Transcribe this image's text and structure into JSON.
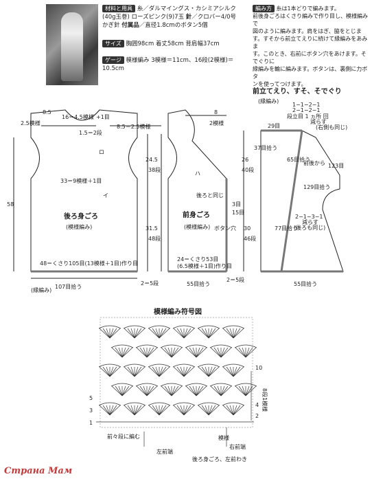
{
  "materials": {
    "heading": "材料と用具",
    "yarn_text": "糸／ダルマイングス・カシミアシルク(40g玉巻) ローズピンク(9)7玉",
    "needle_heading": "針",
    "needle_text": "／クロバー4/0号かぎ針",
    "accessory_heading": "付属品",
    "accessory_text": "／直径1.8cmのボタン5個"
  },
  "size": {
    "heading": "サイズ",
    "text": "胸囲98cm 着丈58cm 背肩幅37cm"
  },
  "gauge": {
    "heading": "ゲージ",
    "text": "模様編み 3模様＝11cm、16段(2模様)＝10.5cm"
  },
  "method": {
    "heading": "編み方",
    "lines": [
      "糸は1本どりで編みます。",
      "前後身ごろはくさり編みで作り目し、模様編みで",
      "図のように編みます。肩をはぎ、脇をとじま",
      "す。すそから前立てえりに続けて縁編みをあみま",
      "す。このとき、右前にボタン穴をあけます。そでぐりに",
      "縁編みを輪に編みます。ボタンは、裏側に力ボタ",
      "ンを使ってつけます。"
    ]
  },
  "back": {
    "title": "後ろ身ごろ",
    "subtitle": "(模様編み)",
    "labels": [
      "8.5",
      "2.5模様",
      "16＝4.5模様",
      "+1目",
      "1.5＝2段",
      "33＝9模様＋1目",
      "48＝くさり105目(13模様＋1目)作り目",
      "107目拾う",
      "(縁編み)",
      "58",
      "2＝5段"
    ],
    "marks": [
      "ロ",
      "イ"
    ]
  },
  "front": {
    "title": "前身ごろ",
    "subtitle": "(模様編み)",
    "labels": [
      "8.5＝2.5模様",
      "8",
      "2模様",
      "24.5",
      "38段",
      "31.5",
      "48段",
      "26",
      "40段",
      "30",
      "46段",
      "後ろと同じ",
      "ボタン穴",
      "24＝くさり53目",
      "(6.5模様＋1目)作り目",
      "55目拾う",
      "2＝5段",
      "3目",
      "15目"
    ],
    "marks": [
      "ハ"
    ]
  },
  "border": {
    "title": "前立てえり、すそ、そでぐり",
    "subtitle": "(縁編み)",
    "labels": [
      "1−1−2−1",
      "2−1−2−1",
      "段立目 1 ヵ所 回",
      "減らす",
      "(右側も同じ)",
      "29目",
      "37目拾う",
      "65目拾う",
      "前後から",
      "123目",
      "129目拾う",
      "2−1−3−1",
      "減らす",
      "(後ろも同じ)",
      "77目拾う",
      "55目拾う"
    ]
  },
  "pattern": {
    "title": "模様編み符号図",
    "labels": [
      "10",
      "8段1模様",
      "5",
      "4",
      "3",
      "2",
      "1",
      "前々段に編む",
      "模様",
      "左前端",
      "右前端",
      "後ろ身ごろ、左前わき"
    ]
  },
  "watermark": "Страна Мам"
}
